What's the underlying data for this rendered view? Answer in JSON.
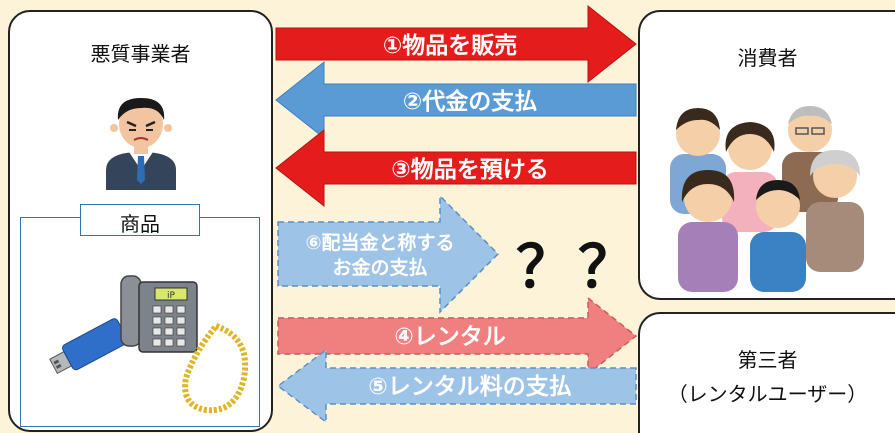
{
  "left_party": {
    "label": "悪質事業者"
  },
  "goods_box": {
    "label": "商品"
  },
  "consumer": {
    "label": "消費者"
  },
  "third_party": {
    "line1": "第三者",
    "line2": "（レンタルユーザー）"
  },
  "arrows": {
    "a1": "①物品を販売",
    "a2": "②代金の支払",
    "a3": "③物品を預ける",
    "a4": "④レンタル",
    "a5": "⑤レンタル料の支払",
    "a6_line1": "⑥配当金と称する",
    "a6_line2": "お金の支払"
  },
  "question_marks": "？？",
  "colors": {
    "red": "#e41c1c",
    "blue": "#5b9bd5",
    "pink": "#f08080",
    "light_blue": "#9dc3e6",
    "background": "#fdf3d9"
  }
}
